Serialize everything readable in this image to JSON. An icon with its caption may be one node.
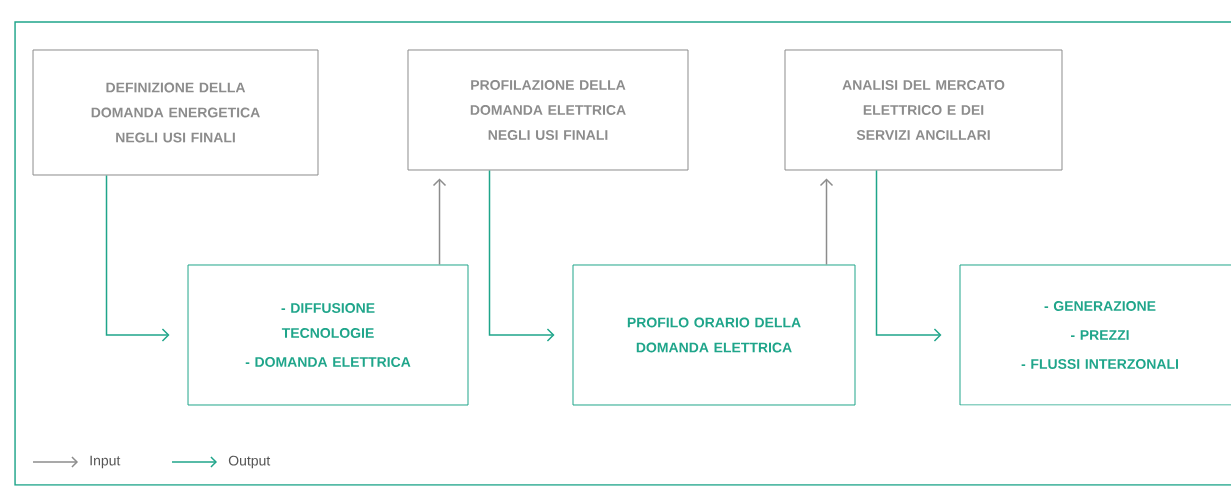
{
  "diagram": {
    "nodes": [
      {
        "text": [
          "DEFINIZIONE DELLA DOMANDA ENERGETICA NEGLI USI FINALI"
        ]
      },
      {
        "text": [
          "PROFILAZIONE DELLA DOMANDA ELETTRICA NEGLI USI FINALI"
        ]
      },
      {
        "text": [
          "ANALISI DEL MERCATO ELETTRICO E DEI SERVIZI ANCILLARI"
        ]
      },
      {
        "text": [
          "- DIFFUSIONE TECNOLOGIE",
          "- DOMANDA ELETTRICA"
        ]
      },
      {
        "text": [
          "PROFILO ORARIO DELLA DOMANDA ELETTRICA"
        ]
      },
      {
        "text": [
          "- GENERAZIONE",
          "- PREZZI",
          "- FLUSSI INTERZONALI"
        ]
      }
    ],
    "edges": [
      {
        "from": 0,
        "to": 3,
        "arrow": "to"
      },
      {
        "from": 3,
        "to": 1,
        "arrow": "to",
        "color": "#8c8c8c"
      },
      {
        "from": 1,
        "to": 4,
        "arrow": "to"
      },
      {
        "from": 4,
        "to": 2,
        "arrow": "to",
        "color": "#8c8c8c"
      },
      {
        "from": 2,
        "to": 5,
        "arrow": "to"
      }
    ],
    "legend": [
      {
        "text": "Input"
      },
      {
        "text": "Output"
      }
    ]
  }
}
